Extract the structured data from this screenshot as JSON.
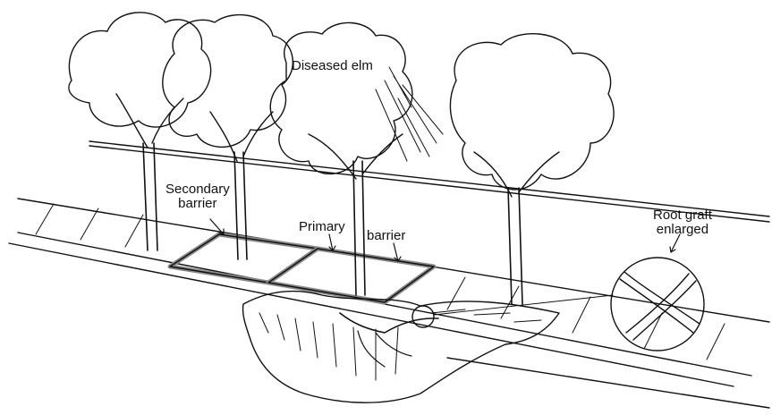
{
  "labels": {
    "diseased_elm": "Diseased elm",
    "secondary_barrier": "Secondary\nbarrier",
    "primary": "Primary",
    "barrier": "barrier",
    "root_graft": "Root graft\nenlarged"
  },
  "colors": {
    "ink": "#111111",
    "paper": "#ffffff",
    "barrier_fill": "#8a8a8a"
  }
}
